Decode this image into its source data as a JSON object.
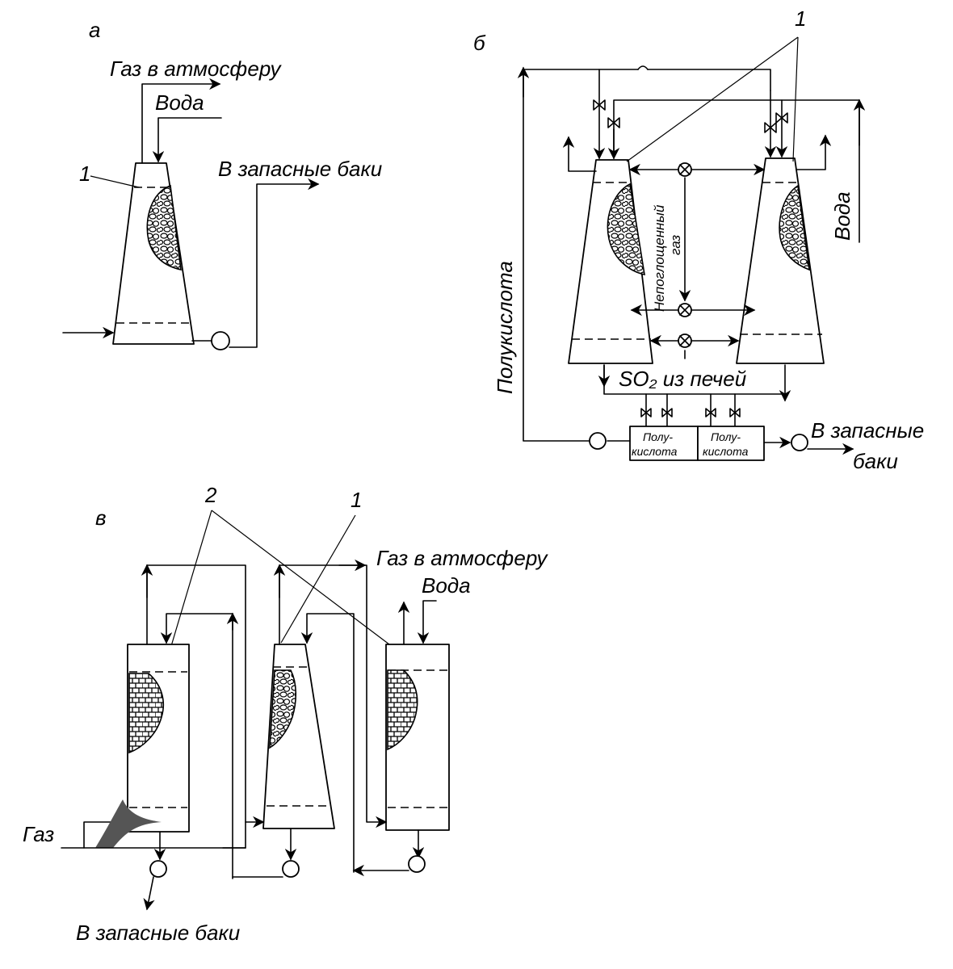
{
  "panel_a": {
    "letter": "а",
    "gas_out": "Газ в атмосферу",
    "water": "Вода",
    "to_tanks": "В запасные баки",
    "ref_1": "1"
  },
  "panel_b": {
    "letter": "б",
    "ref_1": "1",
    "water": "Вода",
    "half_acid_loop": "Полукислота",
    "unabsorbed_gas_1": "Непоглощенный",
    "unabsorbed_gas_2": "газ",
    "so2_from_furnaces": "SO₂ из печей",
    "tank_left_1": "Полу-",
    "tank_left_2": "кислота",
    "tank_right_1": "Полу-",
    "tank_right_2": "кислота",
    "to_tanks_1": "В запасные",
    "to_tanks_2": "баки"
  },
  "panel_c": {
    "letter": "в",
    "ref_2": "2",
    "ref_1": "1",
    "gas_out": "Газ в атмосферу",
    "water": "Вода",
    "gas_in": "Газ",
    "to_tanks": "В запасные баки"
  }
}
